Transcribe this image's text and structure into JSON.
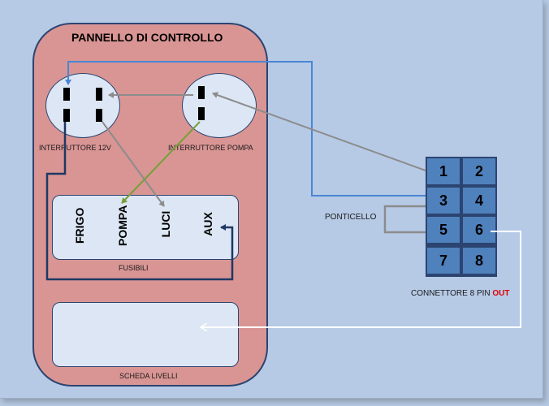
{
  "panel": {
    "title": "PANNELLO DI CONTROLLO",
    "switch_12v_label": "INTERRUTTORE 12V",
    "switch_pump_label": "INTERRUTTORE POMPA"
  },
  "fuses": {
    "items": [
      "FRIGO",
      "POMPA",
      "LUCI",
      "AUX"
    ],
    "label": "FUSIBILI"
  },
  "level_board": {
    "label": "SCHEDA LIVELLI"
  },
  "connector": {
    "pins": [
      "1",
      "2",
      "3",
      "4",
      "5",
      "6",
      "7",
      "8"
    ],
    "label_prefix": "CONNETTORE 8 PIN",
    "label_out": "OUT",
    "jumper_label": "PONTICELLO"
  },
  "colors": {
    "panel_fill": "#d99594",
    "background": "#b6cae6",
    "connector_cell": "#4f81bd",
    "wire_blue": "#4a86d4",
    "wire_gray": "#8c8c8c",
    "wire_green": "#77a03a",
    "wire_dark": "#1f3864",
    "wire_white": "#ffffff",
    "out_text": "#e00000"
  }
}
